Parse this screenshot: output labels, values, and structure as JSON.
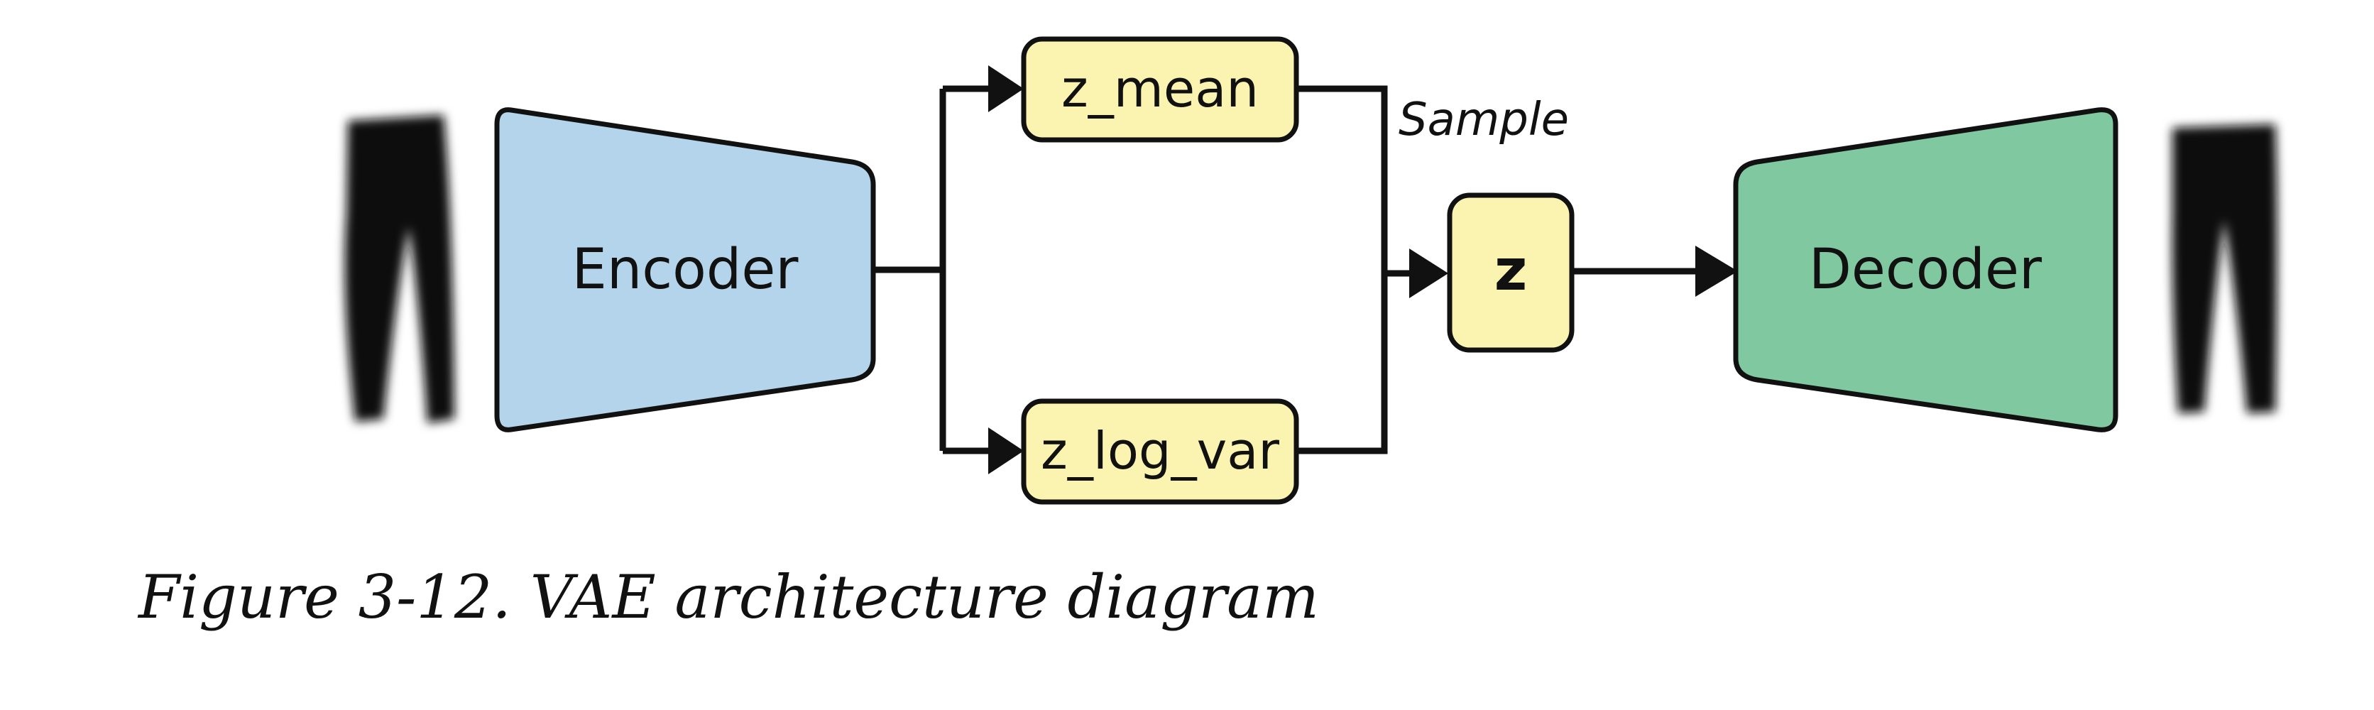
{
  "diagram": {
    "encoder": {
      "label": "Encoder",
      "color": "#b3d4ea"
    },
    "decoder": {
      "label": "Decoder",
      "color": "#80c8a0"
    },
    "z_mean": {
      "label": "z_mean"
    },
    "z_log_var": {
      "label": "z_log_var"
    },
    "z": {
      "label": "z"
    },
    "sample_label": "Sample",
    "node_color": "#fbf3b0",
    "stroke_color": "#111111",
    "input_image": {
      "icon": "trousers-image"
    },
    "output_image": {
      "icon": "trousers-image"
    }
  },
  "caption": "Figure 3-12. VAE architecture diagram"
}
